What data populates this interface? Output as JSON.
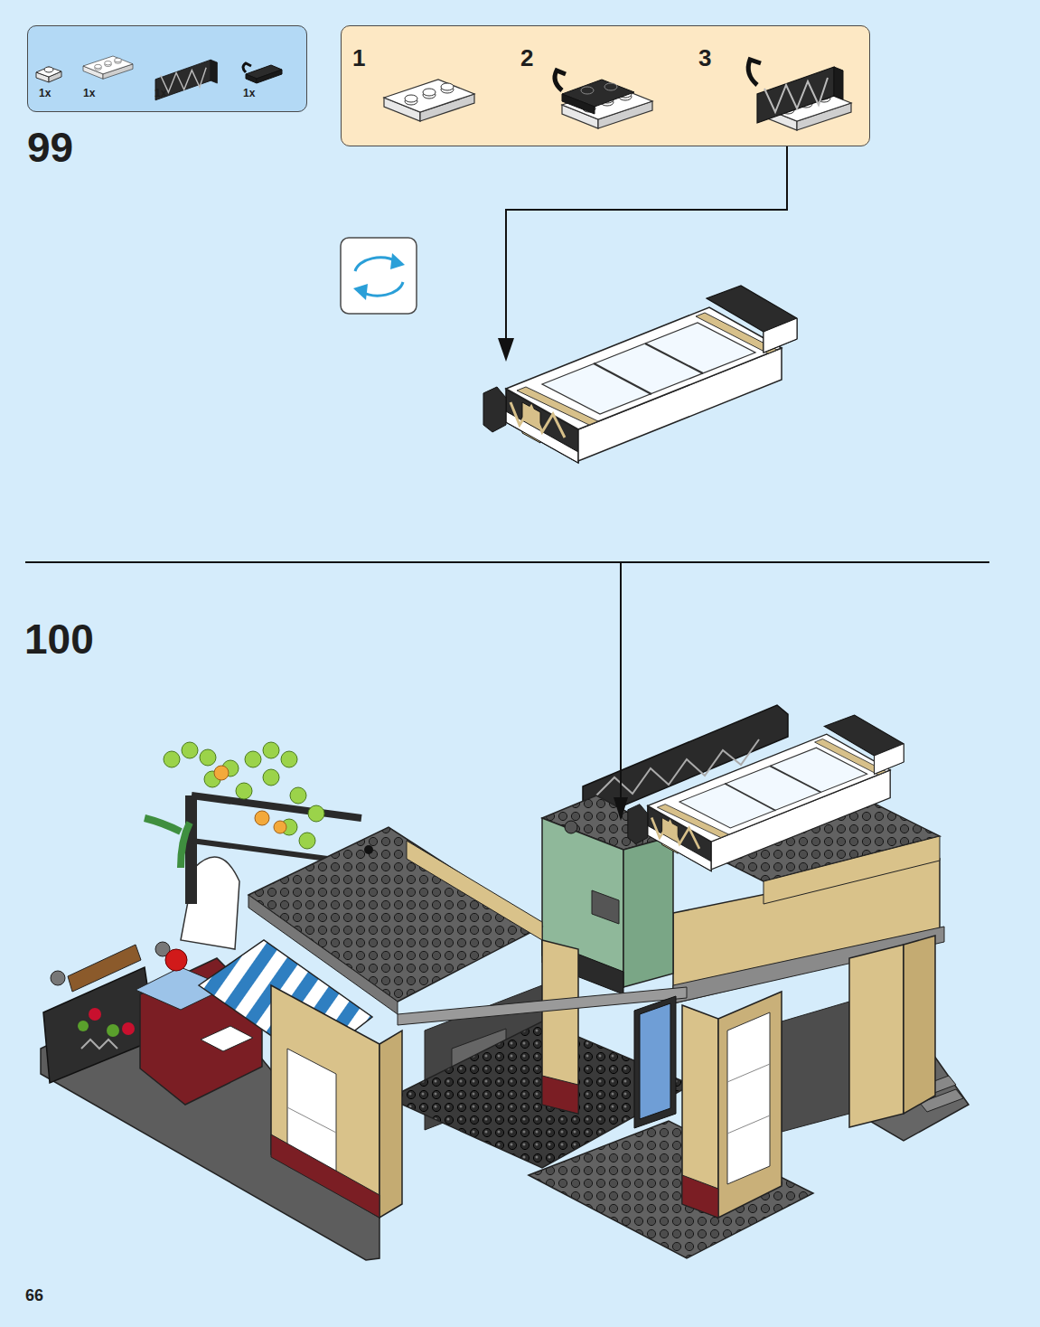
{
  "diagram": {
    "nodes": [
      {
        "text": [
          "1x",
          "1x",
          "1x",
          "1x"
        ]
      },
      {
        "text": [
          "1",
          "2",
          "3"
        ]
      }
    ],
    "labels": [
      "99",
      "100",
      "66"
    ]
  }
}
